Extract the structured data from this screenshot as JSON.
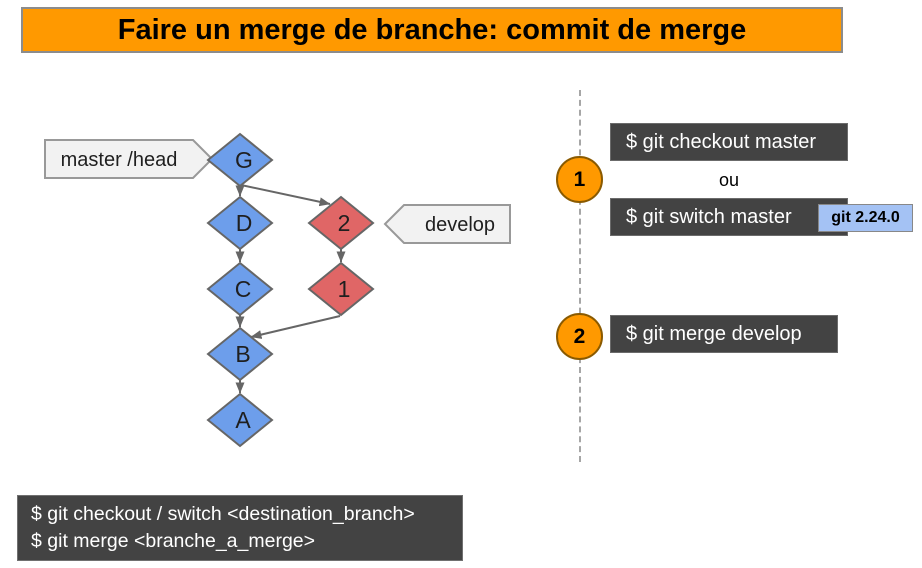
{
  "title": "Faire un merge de branche: commit de merge",
  "graph": {
    "tag_master": "master /head",
    "tag_develop": "develop",
    "node_g": "G",
    "node_d": "D",
    "node_2": "2",
    "node_c": "C",
    "node_1": "1",
    "node_b": "B",
    "node_a": "A"
  },
  "panel": {
    "step1": {
      "number": "1",
      "cmd_checkout": "$ git checkout master",
      "or_label": "ou",
      "cmd_switch": "$ git switch master",
      "version_badge": "git 2.24.0"
    },
    "step2": {
      "number": "2",
      "cmd_merge": "$ git merge develop"
    }
  },
  "footer": {
    "line1": "$ git checkout / switch <destination_branch>",
    "line2": "$ git merge <branche_a_merge>"
  },
  "colors": {
    "title_bg": "#ff9900",
    "commit_blue": "#6d9eeb",
    "commit_red": "#e06666",
    "code_bg": "#434343",
    "badge_bg": "#a4c2f4",
    "step_circle_bg": "#ff9900",
    "edge_gray": "#666666",
    "tag_bg": "#f2f2f2"
  }
}
